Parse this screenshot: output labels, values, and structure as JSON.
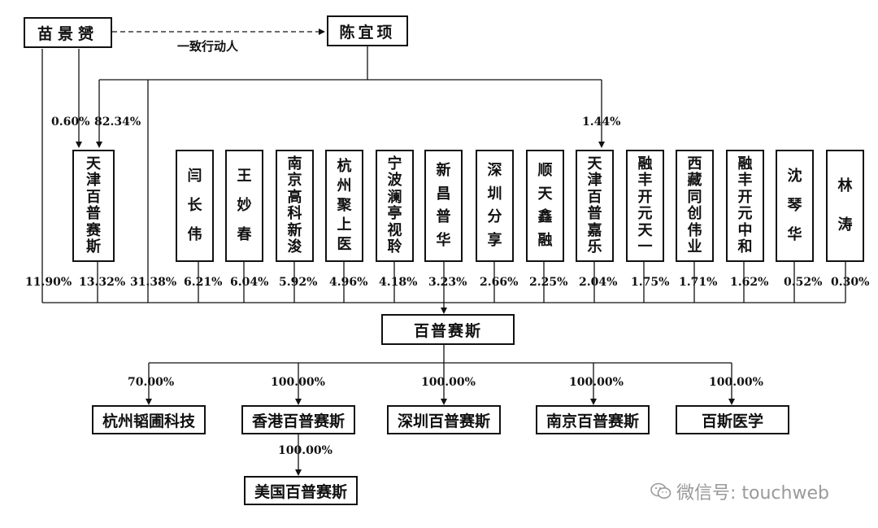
{
  "top": {
    "person1": "苗景赟",
    "person2": "陈宜顼",
    "concert_label": "一致行动人"
  },
  "upper_pcts": {
    "p1_to_tj": "0.60%",
    "p2_to_tj": "82.34%",
    "p2_to_tjjl": "1.44%"
  },
  "holders": [
    {
      "name": "天津百普赛斯",
      "pct": "13.32%"
    },
    {
      "name": "闫长伟",
      "pct": "6.21%"
    },
    {
      "name": "王妙春",
      "pct": "6.04%"
    },
    {
      "name": "南京高科新浚",
      "pct": "5.92%"
    },
    {
      "name": "杭州聚上医",
      "pct": "4.96%"
    },
    {
      "name": "宁波澜亭视聆",
      "pct": "4.18%"
    },
    {
      "name": "新昌普华",
      "pct": "3.23%"
    },
    {
      "name": "深圳分享",
      "pct": "2.66%"
    },
    {
      "name": "顺天鑫融",
      "pct": "2.25%"
    },
    {
      "name": "天津百普嘉乐",
      "pct": "2.04%"
    },
    {
      "name": "融丰开元天一",
      "pct": "1.75%"
    },
    {
      "name": "西藏同创伟业",
      "pct": "1.71%"
    },
    {
      "name": "融丰开元中和",
      "pct": "1.62%"
    },
    {
      "name": "沈琴华",
      "pct": "0.52%"
    },
    {
      "name": "林涛",
      "pct": "0.30%"
    }
  ],
  "direct_pcts": {
    "person1": "11.90%",
    "person2": "31.38%"
  },
  "company": "百普赛斯",
  "subsidiaries": [
    {
      "name": "杭州韬圃科技",
      "pct": "70.00%"
    },
    {
      "name": "香港百普赛斯",
      "pct": "100.00%"
    },
    {
      "name": "深圳百普赛斯",
      "pct": "100.00%"
    },
    {
      "name": "南京百普赛斯",
      "pct": "100.00%"
    },
    {
      "name": "百斯医学",
      "pct": "100.00%"
    }
  ],
  "sub_sub": {
    "name": "美国百普赛斯",
    "pct": "100.00%"
  },
  "watermark": "微信号: touchweb"
}
